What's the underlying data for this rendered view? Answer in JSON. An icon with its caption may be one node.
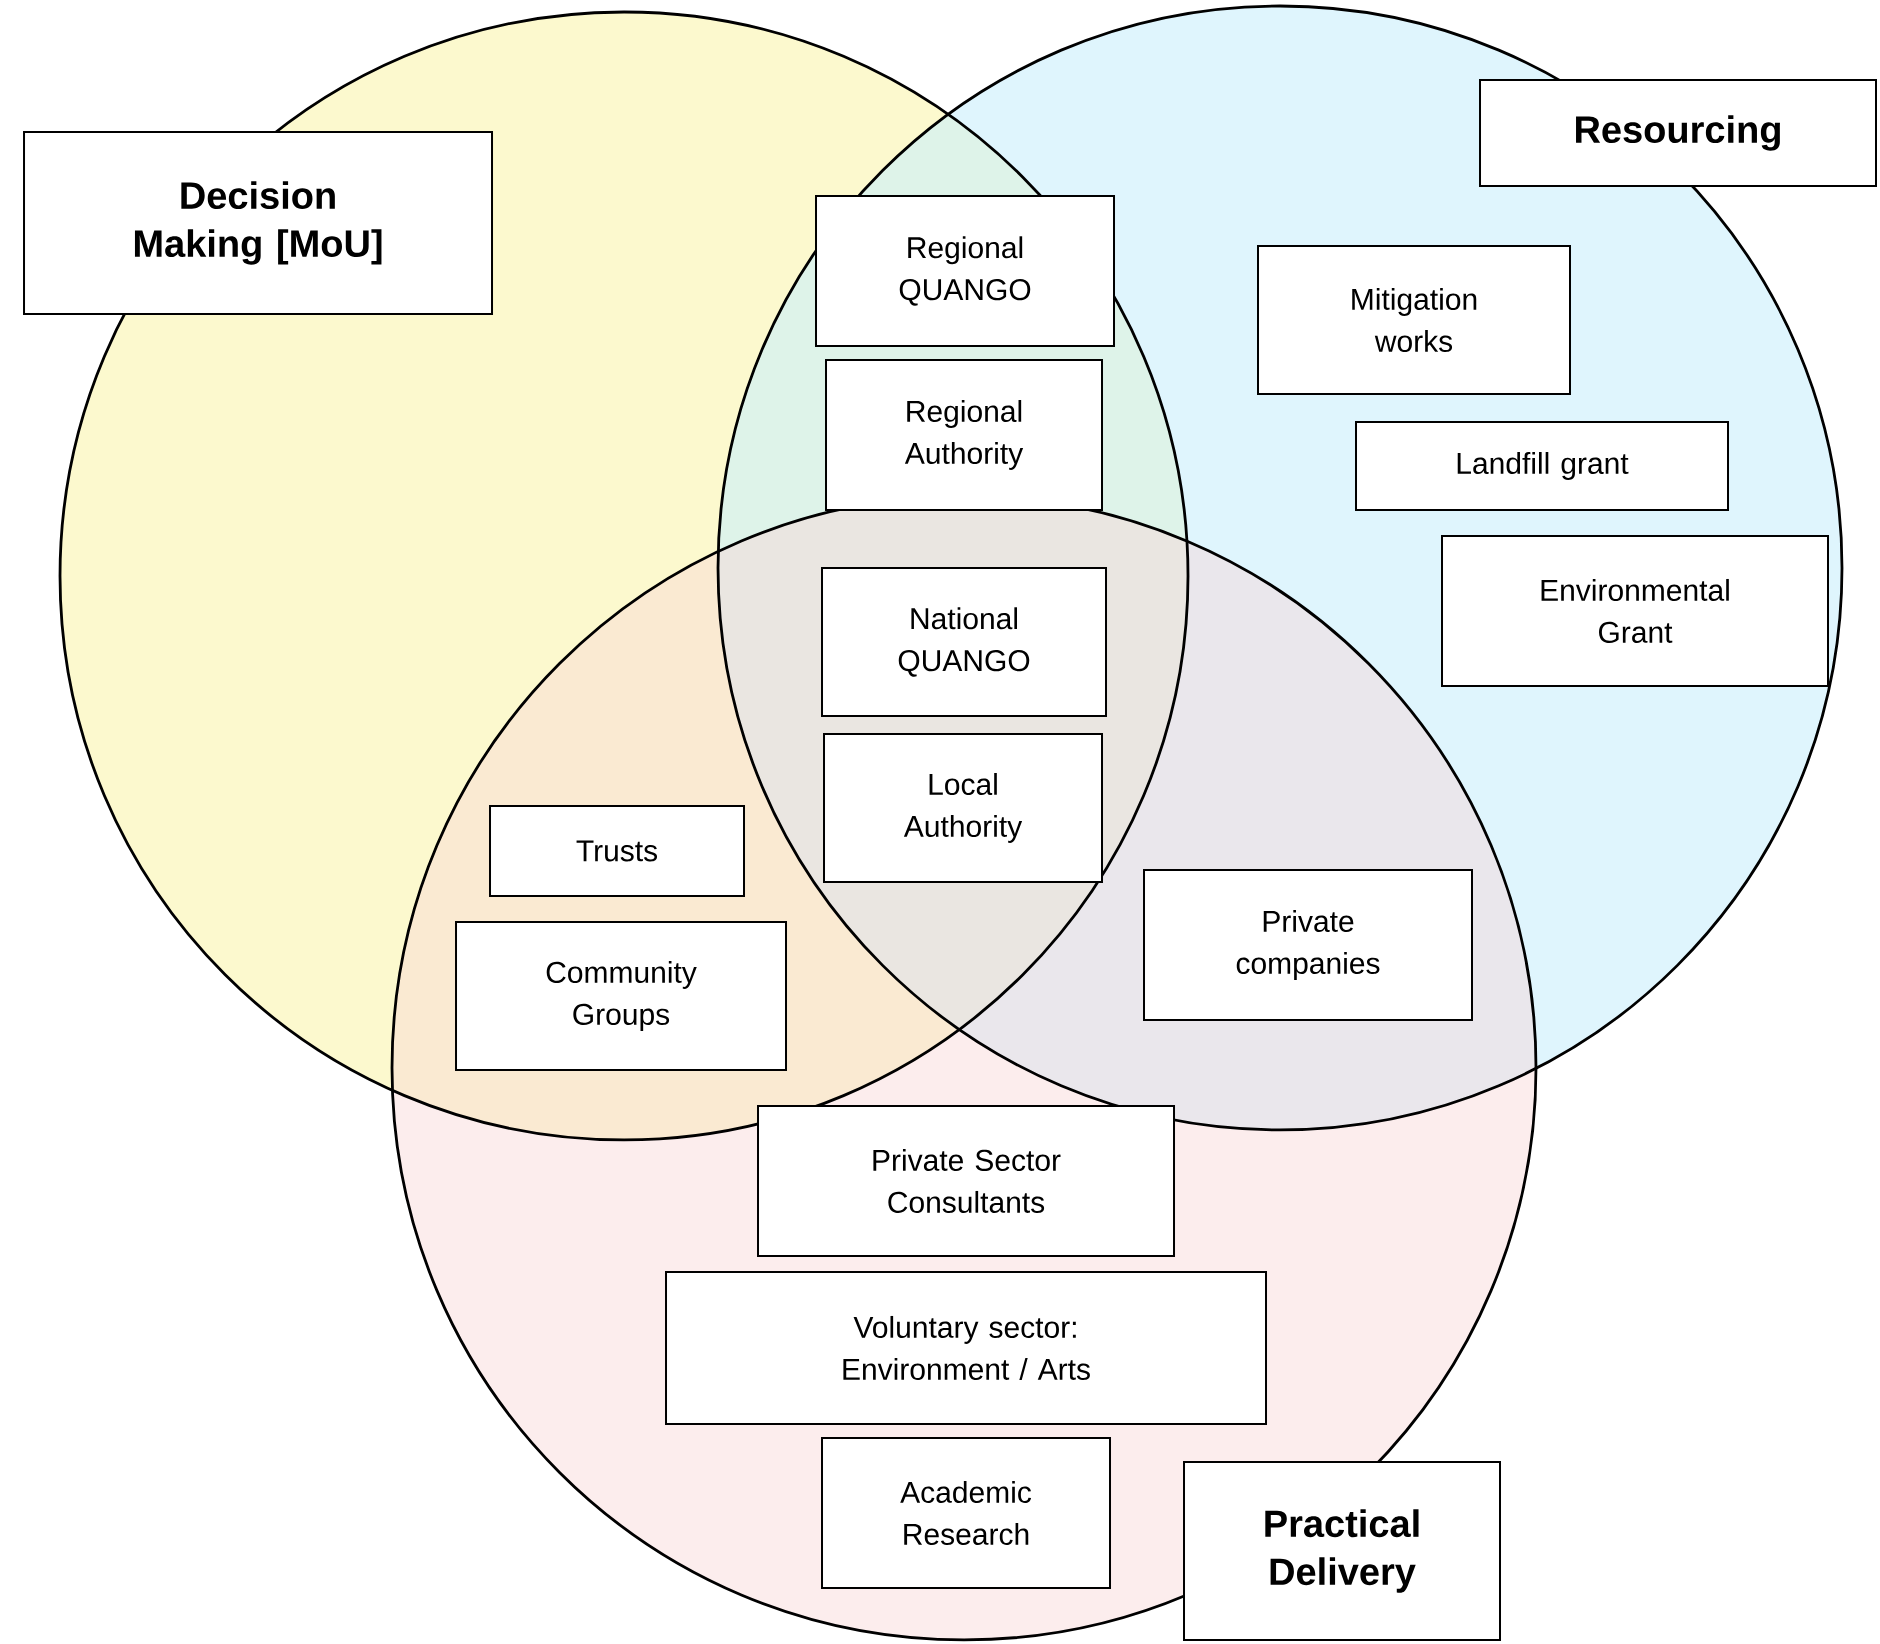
{
  "diagram": {
    "nodes": [
      {
        "text": [
          "Decision Making [MoU]"
        ]
      },
      {
        "text": [
          "Resourcing"
        ]
      },
      {
        "text": [
          "Regional QUANGO"
        ]
      },
      {
        "text": [
          "Regional Authority"
        ]
      },
      {
        "text": [
          "Mitigation works"
        ],
        "in": 1
      },
      {
        "text": [
          "Landfill grant"
        ],
        "in": 1
      },
      {
        "text": [
          "Environmental Grant"
        ],
        "in": 1
      },
      {
        "text": [
          "National QUANGO"
        ]
      },
      {
        "text": [
          "Local Authority"
        ]
      },
      {
        "text": [
          "Trusts"
        ]
      },
      {
        "text": [
          "Community Groups"
        ]
      },
      {
        "text": [
          "Private companies"
        ]
      },
      {
        "text": [
          "Practical Delivery"
        ]
      },
      {
        "text": [
          "Private Sector Consultants"
        ],
        "in": 12
      },
      {
        "text": [
          "Voluntary sector: Environment / Arts"
        ],
        "in": 12
      },
      {
        "text": [
          "Academic Research"
        ],
        "in": 12
      }
    ]
  }
}
